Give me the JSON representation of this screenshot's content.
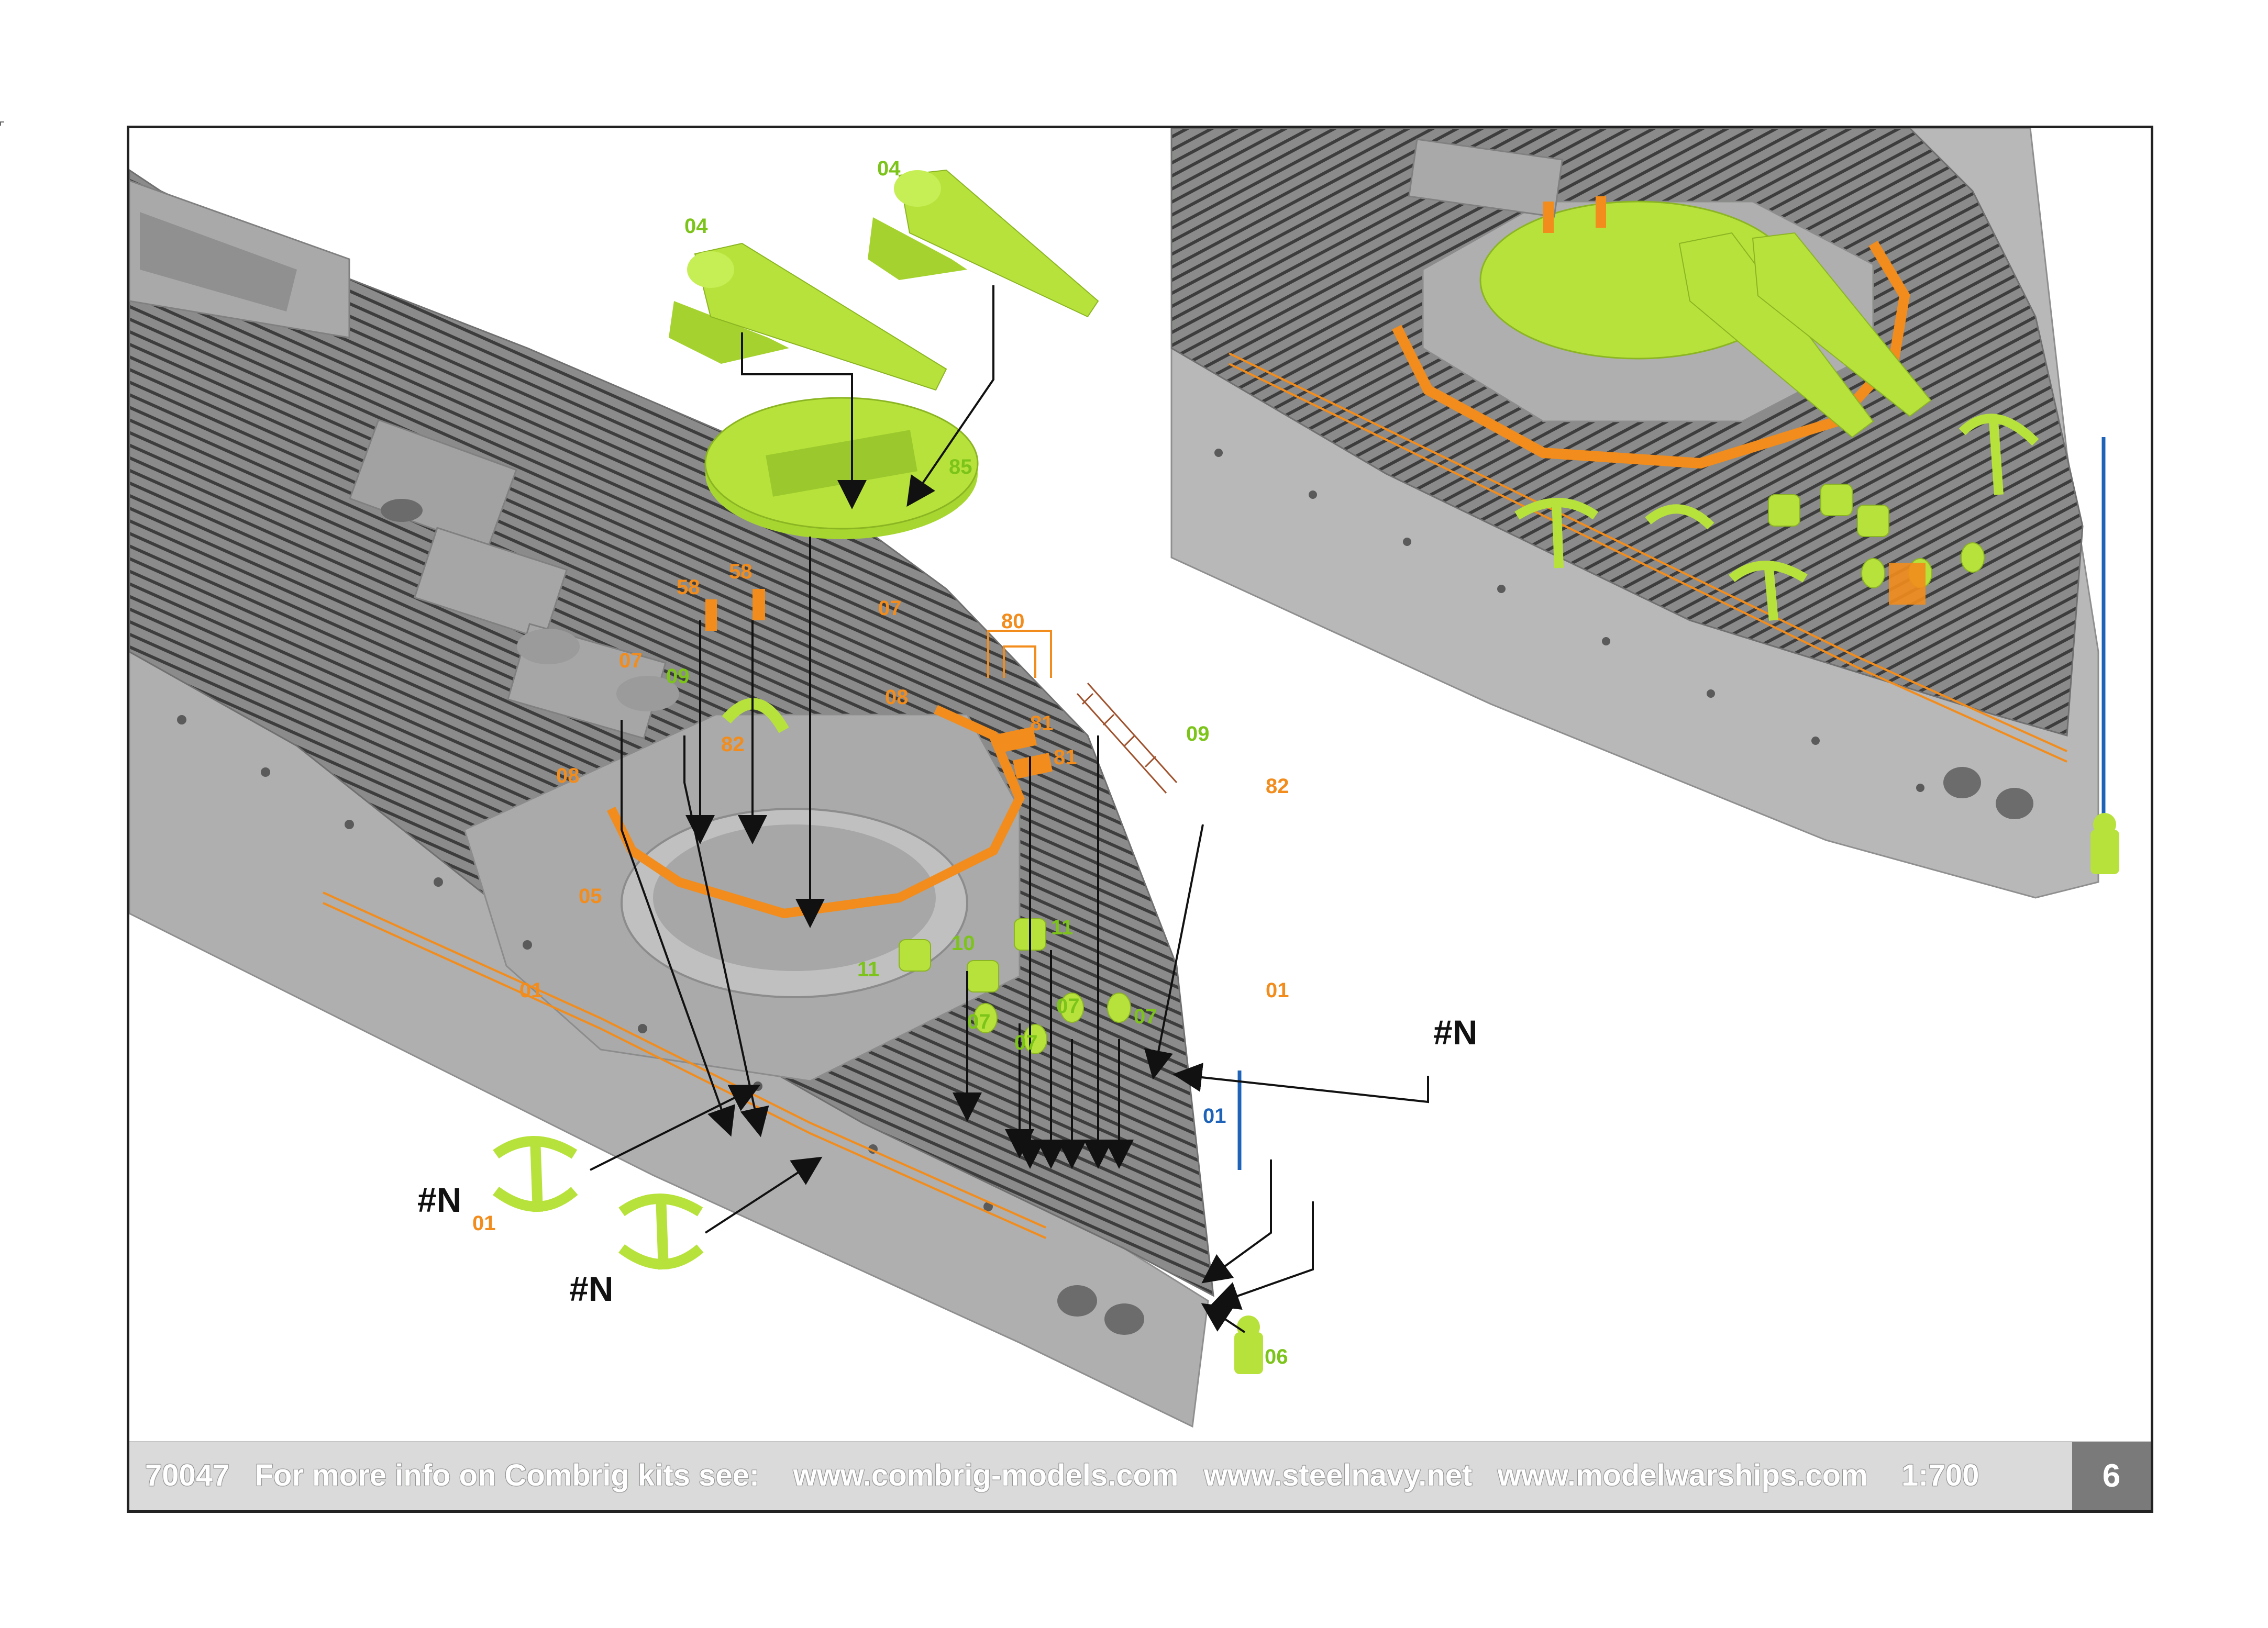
{
  "labels": {
    "p04a": "04",
    "p04b": "04",
    "p85": "85",
    "p58a": "58",
    "p58b": "58",
    "p07_top": "07",
    "p80": "80",
    "p07_left": "07",
    "p09_mid": "09",
    "p82_mid": "82",
    "p08_right": "08",
    "p81a": "81",
    "p81b": "81",
    "p09_right": "09",
    "p82_right": "82",
    "p08_left": "08",
    "p05": "05",
    "p11_right": "11",
    "p10": "10",
    "p11_left": "11",
    "p07_a": "07",
    "p07_b": "07",
    "p07_c": "07",
    "p07_d": "07",
    "p01_rail": "01",
    "p01_right": "01",
    "hashN_right": "#N",
    "p01_blue": "01",
    "hashN_a": "#N",
    "p01_anchor": "01",
    "hashN_b": "#N",
    "p06": "06"
  },
  "footer": {
    "text": "70047   For more info on Combrig kits see:    www.combrig-models.com   www.steelnavy.net   www.modelwarships.com    1:700",
    "page": "6"
  },
  "colors": {
    "hull": "#b5b6b5",
    "deck": "#7d7e7d",
    "resin_green": "#b7e23b",
    "photo_etch_orange": "#f28c1c",
    "label_green": "#7cc41a",
    "blue_rod": "#1e63b8"
  }
}
